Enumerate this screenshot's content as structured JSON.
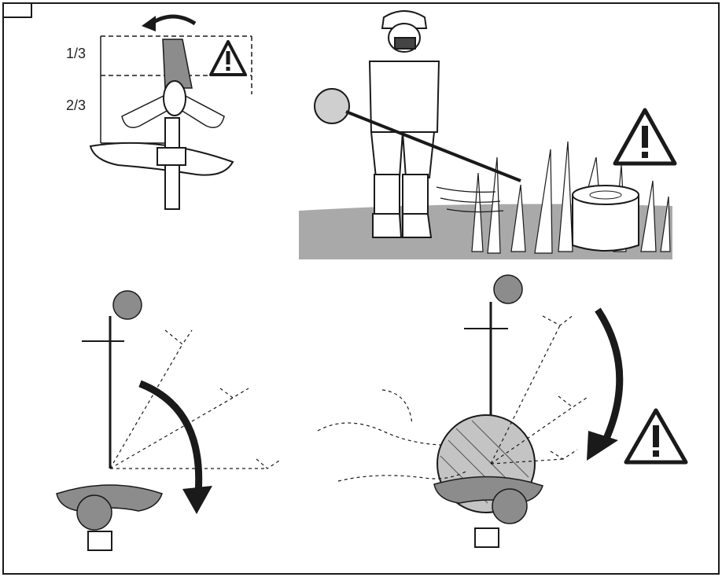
{
  "labels": {
    "upper_third": "1/3",
    "lower_two_thirds": "2/3"
  },
  "icons": [
    "warning-triangle-icon",
    "rotation-arrow-icon",
    "brushcutter-blade-icon",
    "operator-figure",
    "tree-stump"
  ],
  "colors": {
    "line": "#1a1a1a",
    "danger_zone_gray": "#8c8c8c",
    "ground_gray": "#a9a9a9",
    "background": "#ffffff"
  }
}
